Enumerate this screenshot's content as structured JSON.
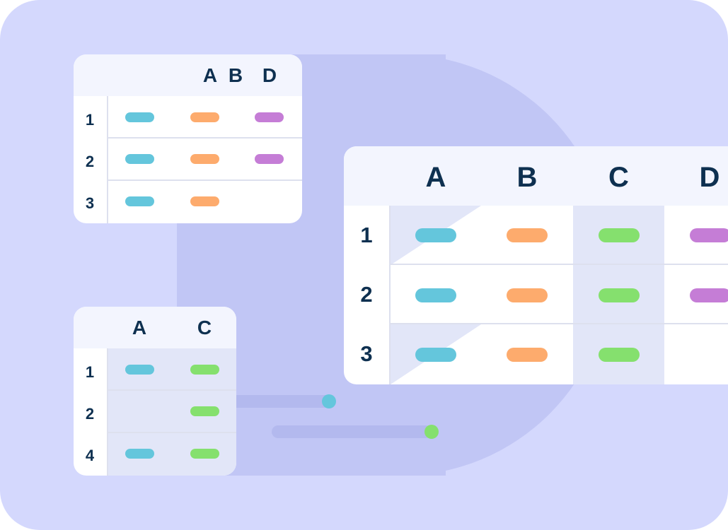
{
  "colors": {
    "background": "#d4d8fd",
    "blob": "#c1c6f5",
    "card": "#ffffff",
    "card_header": "#f3f5fe",
    "text": "#0e3050",
    "col_a": "#64c6dc",
    "col_b": "#fdab6d",
    "col_c": "#85e06e",
    "col_d": "#c57dd6"
  },
  "tables": {
    "top_left": {
      "columns": [
        "A",
        "B",
        "D"
      ],
      "rows": [
        "1",
        "2",
        "3"
      ]
    },
    "bottom_left": {
      "columns": [
        "A",
        "C"
      ],
      "rows": [
        "1",
        "2",
        "4"
      ]
    },
    "merged": {
      "columns": [
        "A",
        "B",
        "C",
        "D"
      ],
      "rows": [
        "1",
        "2",
        "3"
      ]
    }
  }
}
